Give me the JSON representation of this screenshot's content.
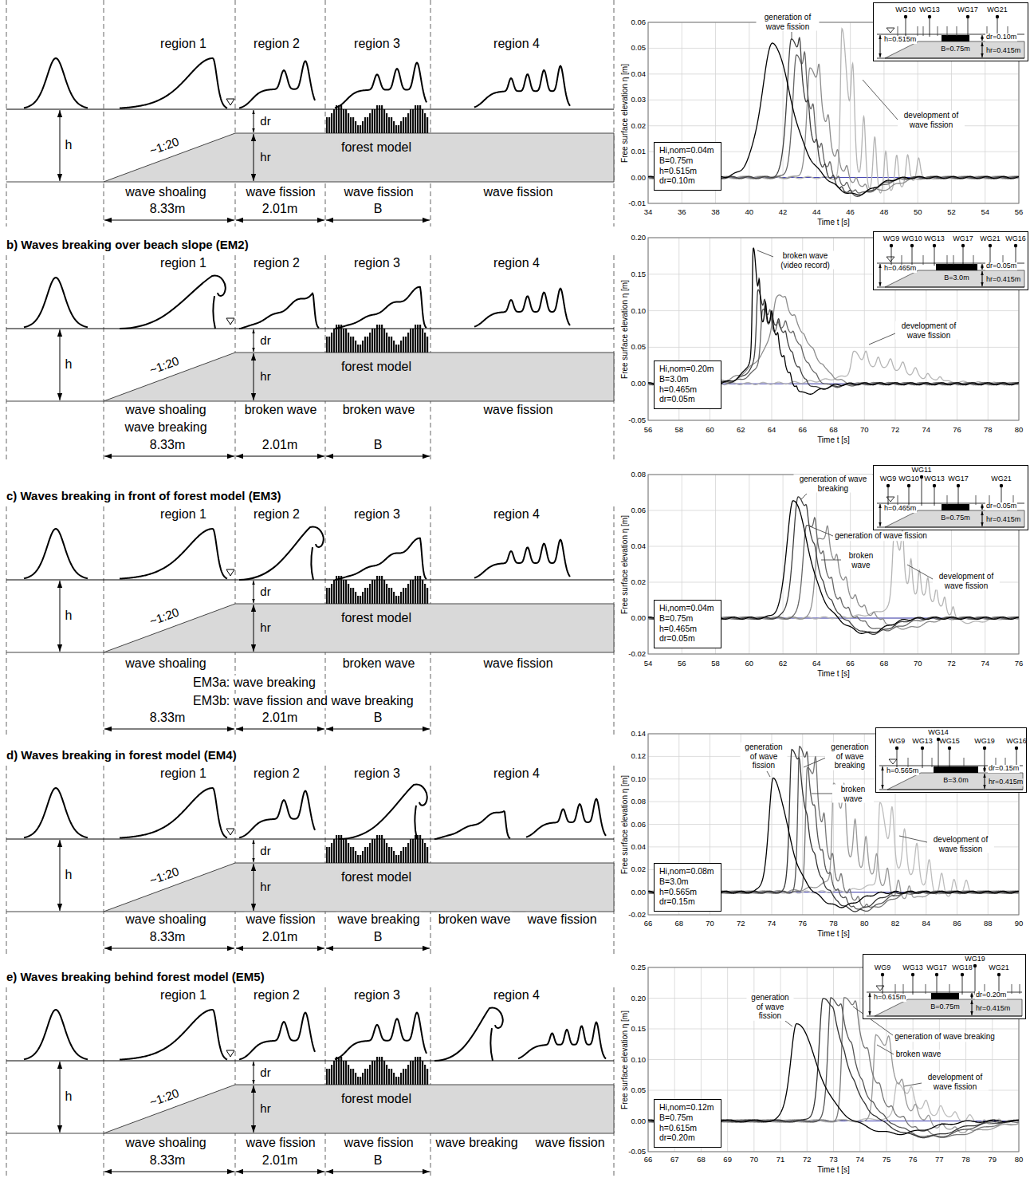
{
  "diagram": {
    "nodes": [
      {
        "text": [
          "WG10",
          "WG13",
          "WG17",
          "WG21",
          "h=0.515m",
          "B=0.75m",
          "dr=0.10m",
          "hr=0.415m"
        ]
      },
      {
        "text": [
          "Hi,nom=0.04m",
          "B=0.75m",
          "h=0.515m",
          "dr=0.10m"
        ]
      },
      {
        "text": [
          "WG9",
          "WG10",
          "WG13",
          "WG17",
          "WG21",
          "WG16",
          "h=0.465m",
          "B=3.0m",
          "dr=0.05m",
          "hr=0.415m"
        ]
      },
      {
        "text": [
          "Hi,nom=0.20m",
          "B=3.0m",
          "h=0.465m",
          "dr=0.05m"
        ]
      },
      {
        "text": [
          "WG11",
          "WG9",
          "WG10",
          "WG13",
          "WG17",
          "WG21",
          "h=0.465m",
          "B=0.75m",
          "dr=0.05m",
          "hr=0.415m"
        ]
      },
      {
        "text": [
          "Hi,nom=0.04m",
          "B=0.75m",
          "h=0.465m",
          "dr=0.05m"
        ]
      },
      {
        "text": [
          "WG14",
          "WG9",
          "WG13",
          "WG15",
          "WG19",
          "WG16",
          "h=0.565m",
          "B=3.0m",
          "dr=0.15m",
          "hr=0.415m"
        ]
      },
      {
        "text": [
          "Hi,nom=0.08m",
          "B=3.0m",
          "h=0.565m",
          "dr=0.15m"
        ]
      },
      {
        "text": [
          "WG19",
          "WG9",
          "WG13",
          "WG17",
          "WG18",
          "WG21",
          "h=0.615m",
          "B=0.75m",
          "dr=0.20m",
          "hr=0.415m"
        ]
      },
      {
        "text": [
          "Hi,nom=0.12m",
          "B=0.75m",
          "h=0.615m",
          "dr=0.20m"
        ]
      }
    ],
    "labels": [
      "region 1",
      "region 2",
      "region 3",
      "region 4",
      "h",
      "~1:20",
      "dr",
      "hr",
      "forest model",
      "wave shoaling",
      "wave fission",
      "wave fission",
      "wave fission",
      "8.33m",
      "2.01m",
      "B",
      "generation of wave fission",
      "development of wave fission",
      "0.06",
      "0.05",
      "0.04",
      "0.03",
      "0.02",
      "0.01",
      "0.00",
      "-0.01",
      "34",
      "36",
      "38",
      "40",
      "42",
      "44",
      "46",
      "48",
      "50",
      "52",
      "54",
      "56",
      "Free surface elevation η [m]",
      "Time t [s]",
      "b) Waves breaking over beach slope (EM2)",
      "region 1",
      "region 2",
      "region 3",
      "region 4",
      "h",
      "~1:20",
      "dr",
      "hr",
      "forest model",
      "wave shoaling",
      "wave breaking",
      "broken wave",
      "broken wave",
      "wave fission",
      "8.33m",
      "2.01m",
      "B",
      "broken wave (video record)",
      "development of wave fission",
      "0.20",
      "0.15",
      "0.10",
      "0.05",
      "0.00",
      "-0.05",
      "56",
      "58",
      "60",
      "62",
      "64",
      "66",
      "68",
      "70",
      "72",
      "74",
      "76",
      "78",
      "80",
      "Free surface elevation η [m]",
      "Time t [s]",
      "c) Waves breaking in front of forest model (EM3)",
      "region 1",
      "region 2",
      "region 3",
      "region 4",
      "h",
      "~1:20",
      "dr",
      "hr",
      "forest model",
      "wave shoaling",
      "broken wave",
      "wave fission",
      "EM3a: wave breaking",
      "EM3b: wave fission and wave breaking",
      "8.33m",
      "2.01m",
      "B",
      "generation of wave breaking",
      "generation of wave fission",
      "broken wave",
      "development of wave fission",
      "0.08",
      "0.06",
      "0.04",
      "0.02",
      "0.00",
      "-0.02",
      "54",
      "56",
      "58",
      "60",
      "62",
      "64",
      "66",
      "68",
      "70",
      "72",
      "74",
      "76",
      "Free surface elevation η [m]",
      "Time t [s]",
      "d) Waves breaking in forest model (EM4)",
      "region 1",
      "region 2",
      "region 3",
      "region 4",
      "h",
      "~1:20",
      "dr",
      "hr",
      "forest model",
      "wave shoaling",
      "wave fission",
      "wave breaking",
      "broken wave",
      "wave fission",
      "8.33m",
      "2.01m",
      "B",
      "generation of wave fission",
      "generation of wave breaking",
      "broken wave",
      "development of wave fission",
      "0.14",
      "0.12",
      "0.10",
      "0.08",
      "0.06",
      "0.04",
      "0.02",
      "0.00",
      "-0.02",
      "66",
      "68",
      "70",
      "72",
      "74",
      "76",
      "78",
      "80",
      "82",
      "84",
      "86",
      "88",
      "90",
      "Free surface elevation η [m]",
      "Time t [s]",
      "e) Waves breaking behind forest model (EM5)",
      "region 1",
      "region 2",
      "region 3",
      "region 4",
      "h",
      "~1:20",
      "dr",
      "hr",
      "forest model",
      "wave shoaling",
      "wave fission",
      "wave fission",
      "wave breaking",
      "wave fission",
      "8.33m",
      "2.01m",
      "B",
      "generation of wave fission",
      "generation of wave breaking",
      "broken wave",
      "development of wave fission",
      "0.25",
      "0.20",
      "0.15",
      "0.10",
      "0.05",
      "0.00",
      "-0.05",
      "66",
      "67",
      "68",
      "69",
      "70",
      "71",
      "72",
      "73",
      "74",
      "75",
      "76",
      "77",
      "78",
      "79",
      "80",
      "Free surface elevation η [m]",
      "Time t [s]"
    ]
  }
}
